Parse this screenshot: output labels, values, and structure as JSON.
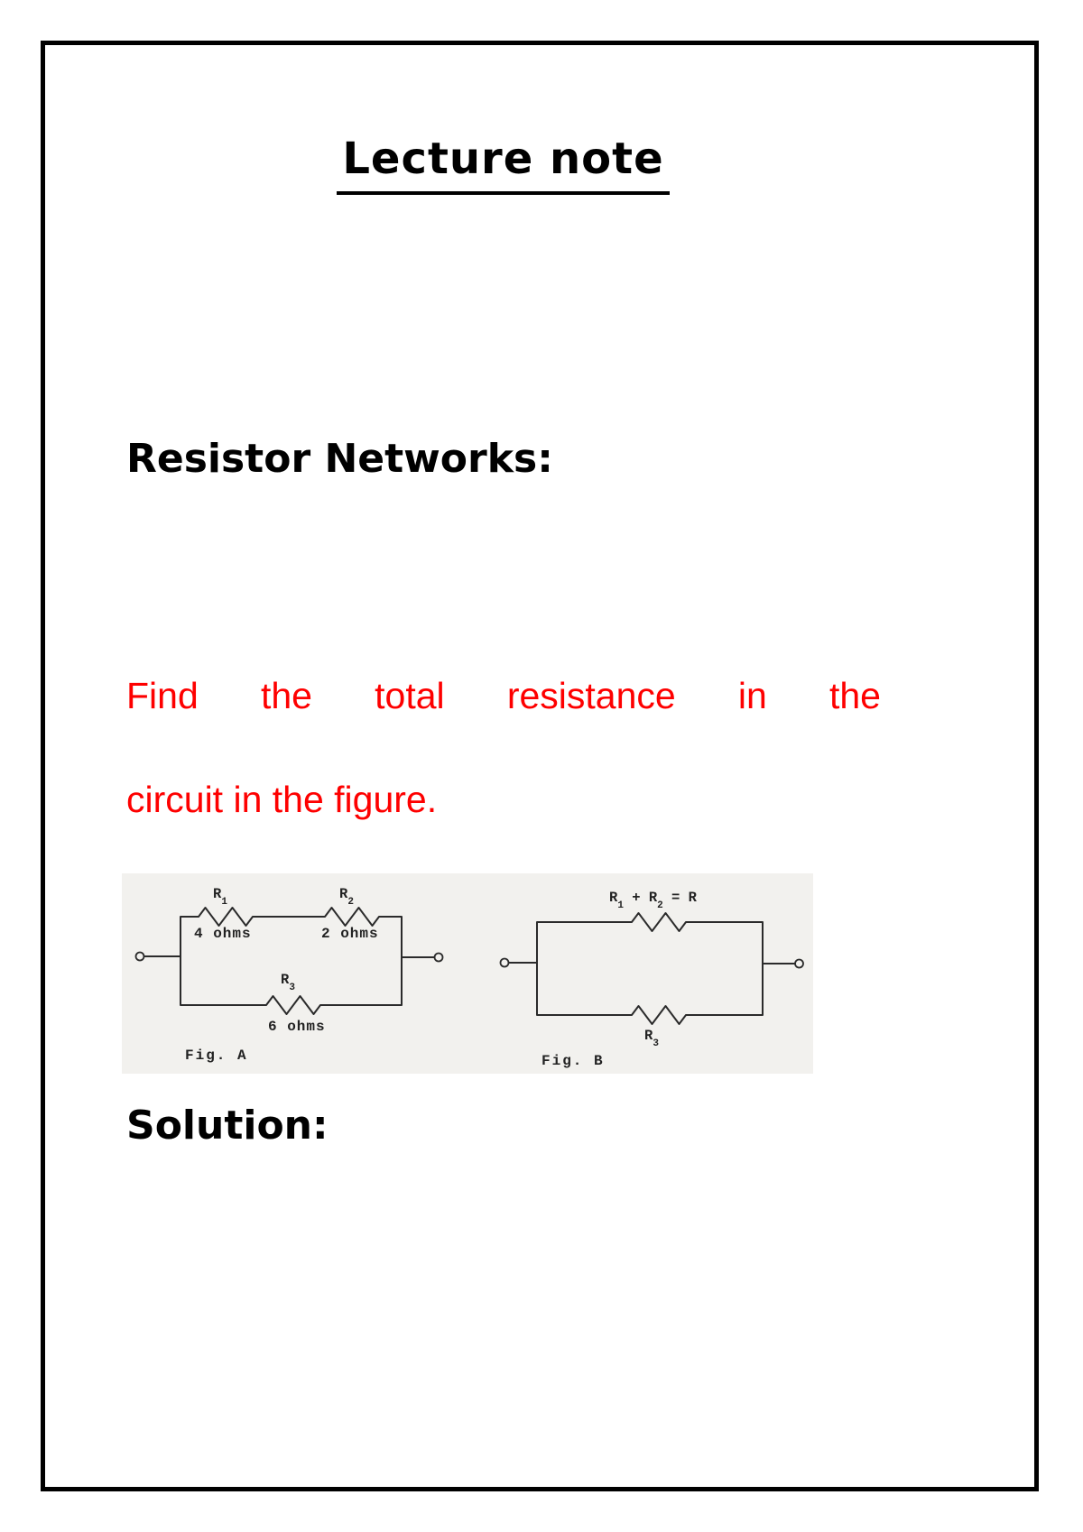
{
  "page": {
    "title": "Lecture note",
    "section_heading": "Resistor Networks:",
    "solution_heading": "Solution:",
    "accent_color": "#fe0000",
    "text_color": "#000000"
  },
  "problem": {
    "line1": "Find the total resistance in the",
    "line2": "circuit in the figure."
  },
  "figure": {
    "fig_a": {
      "caption": "Fig. A",
      "r1_name": "R",
      "r1_sub": "1",
      "r1_value": "4 ohms",
      "r2_name": "R",
      "r2_sub": "2",
      "r2_value": "2 ohms",
      "r3_name": "R",
      "r3_sub": "3",
      "r3_value": "6 ohms"
    },
    "fig_b": {
      "caption": "Fig. B",
      "eq_r1": "R",
      "eq_r1_sub": "1",
      "eq_plus": " + R",
      "eq_r2_sub": "2",
      "eq_equals": " = R",
      "r3_name": "R",
      "r3_sub": "3"
    }
  }
}
